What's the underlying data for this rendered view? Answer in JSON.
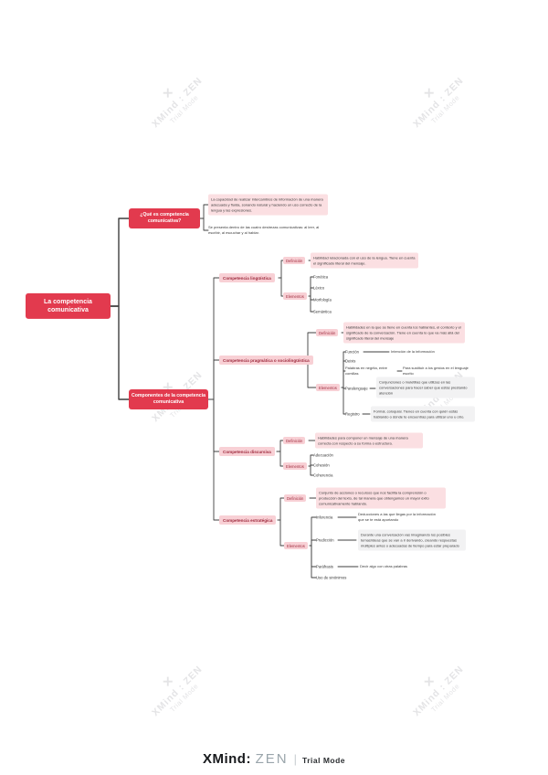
{
  "watermark": {
    "icon": "✕",
    "title": "XMind : ZEN",
    "subtitle": "Trial Mode"
  },
  "footer": {
    "brand": "XMind",
    "colon": ":",
    "zen": "ZEN",
    "divider": "|",
    "mode": "Trial Mode"
  },
  "map": {
    "root": "La competencia comunicativa",
    "what": {
      "label": "¿Qué es competencia comunicativa?",
      "note_boxed": "La capacidad de realizar intercambios de información de una manera adecuada y fluida, sonando natural y haciendo un uso correcto de la lengua y las expresiones.",
      "note_plain": "Se presenta dentro de las cuatro destrezas comunicativas: al leer, al escribir, al escuchar y al hablar."
    },
    "components": {
      "label": "Componentes de la competencia comunicativa",
      "linguistica": {
        "label": "Competencia lingüística",
        "definicion_label": "Definición",
        "definicion": "Habilidad relacionada con el uso de la lengua. Tiene en cuenta el significado literal del mensaje.",
        "elementos_label": "Elementos",
        "elementos": [
          "Fonética",
          "Léxico",
          "Morfología",
          "Semántica"
        ]
      },
      "pragmatica": {
        "label": "Competencia pragmática o sociolingüística",
        "definicion_label": "Definición",
        "definicion": "Habilidades en la que se tiene en cuenta los hablantes, el contexto y el significado de la conversación. Tiene en cuenta lo que va más allá del significado literal del mensaje",
        "elementos_label": "Elementos",
        "funcion": "Función",
        "funcion_nota": "Intención de la información",
        "deixis": "Deixis",
        "palabras": "Palabras en negrita, entre comillas",
        "palabras_nota": "Para sustituir a los gestos en el lenguaje escrito",
        "paralenguaje": "Paralenguaje",
        "paralenguaje_nota": "Conjunciones o muletillas que utilizas en las conversaciones para hacer saber que estás prestando atención",
        "registro": "Registro",
        "registro_nota": "Formal, coloquial. Tienes en cuenta con quién estás hablando o dónde te encuentras para utilizar uno u otro."
      },
      "discursiva": {
        "label": "Competencia discursiva",
        "definicion_label": "Definición",
        "definicion": "Habilidades para componer un mensaje de una manera correcta con respecto a su forma o estructura.",
        "elementos_label": "Elementos",
        "elementos": [
          "Adecuación",
          "Cohesión",
          "Coherencia"
        ]
      },
      "estrategica": {
        "label": "Competencia estratégica",
        "definicion_label": "Definición",
        "definicion": "Conjunto de acciones o recursos que nos facilita la comprensión o producción del texto, de tal manera que obtengamos un mayor éxito comunicativamente hablando.",
        "elementos_label": "Elementos",
        "inferencia": "Inferencia",
        "inferencia_nota": "Deducciones a las que llegas por la información que se te está aportando",
        "prediccion": "Predicción",
        "prediccion_nota": "Durante una conversación vas imaginando los posibles temas/ideas que se van a ir derivando, creando respuestas múltiples antes o adecuadas de tiempo para estar preparado",
        "parafrasis": "Paráfrasis",
        "parafrasis_nota": "Decir algo con otras palabras",
        "sinonimos": "Uso de sinónimos"
      }
    }
  }
}
